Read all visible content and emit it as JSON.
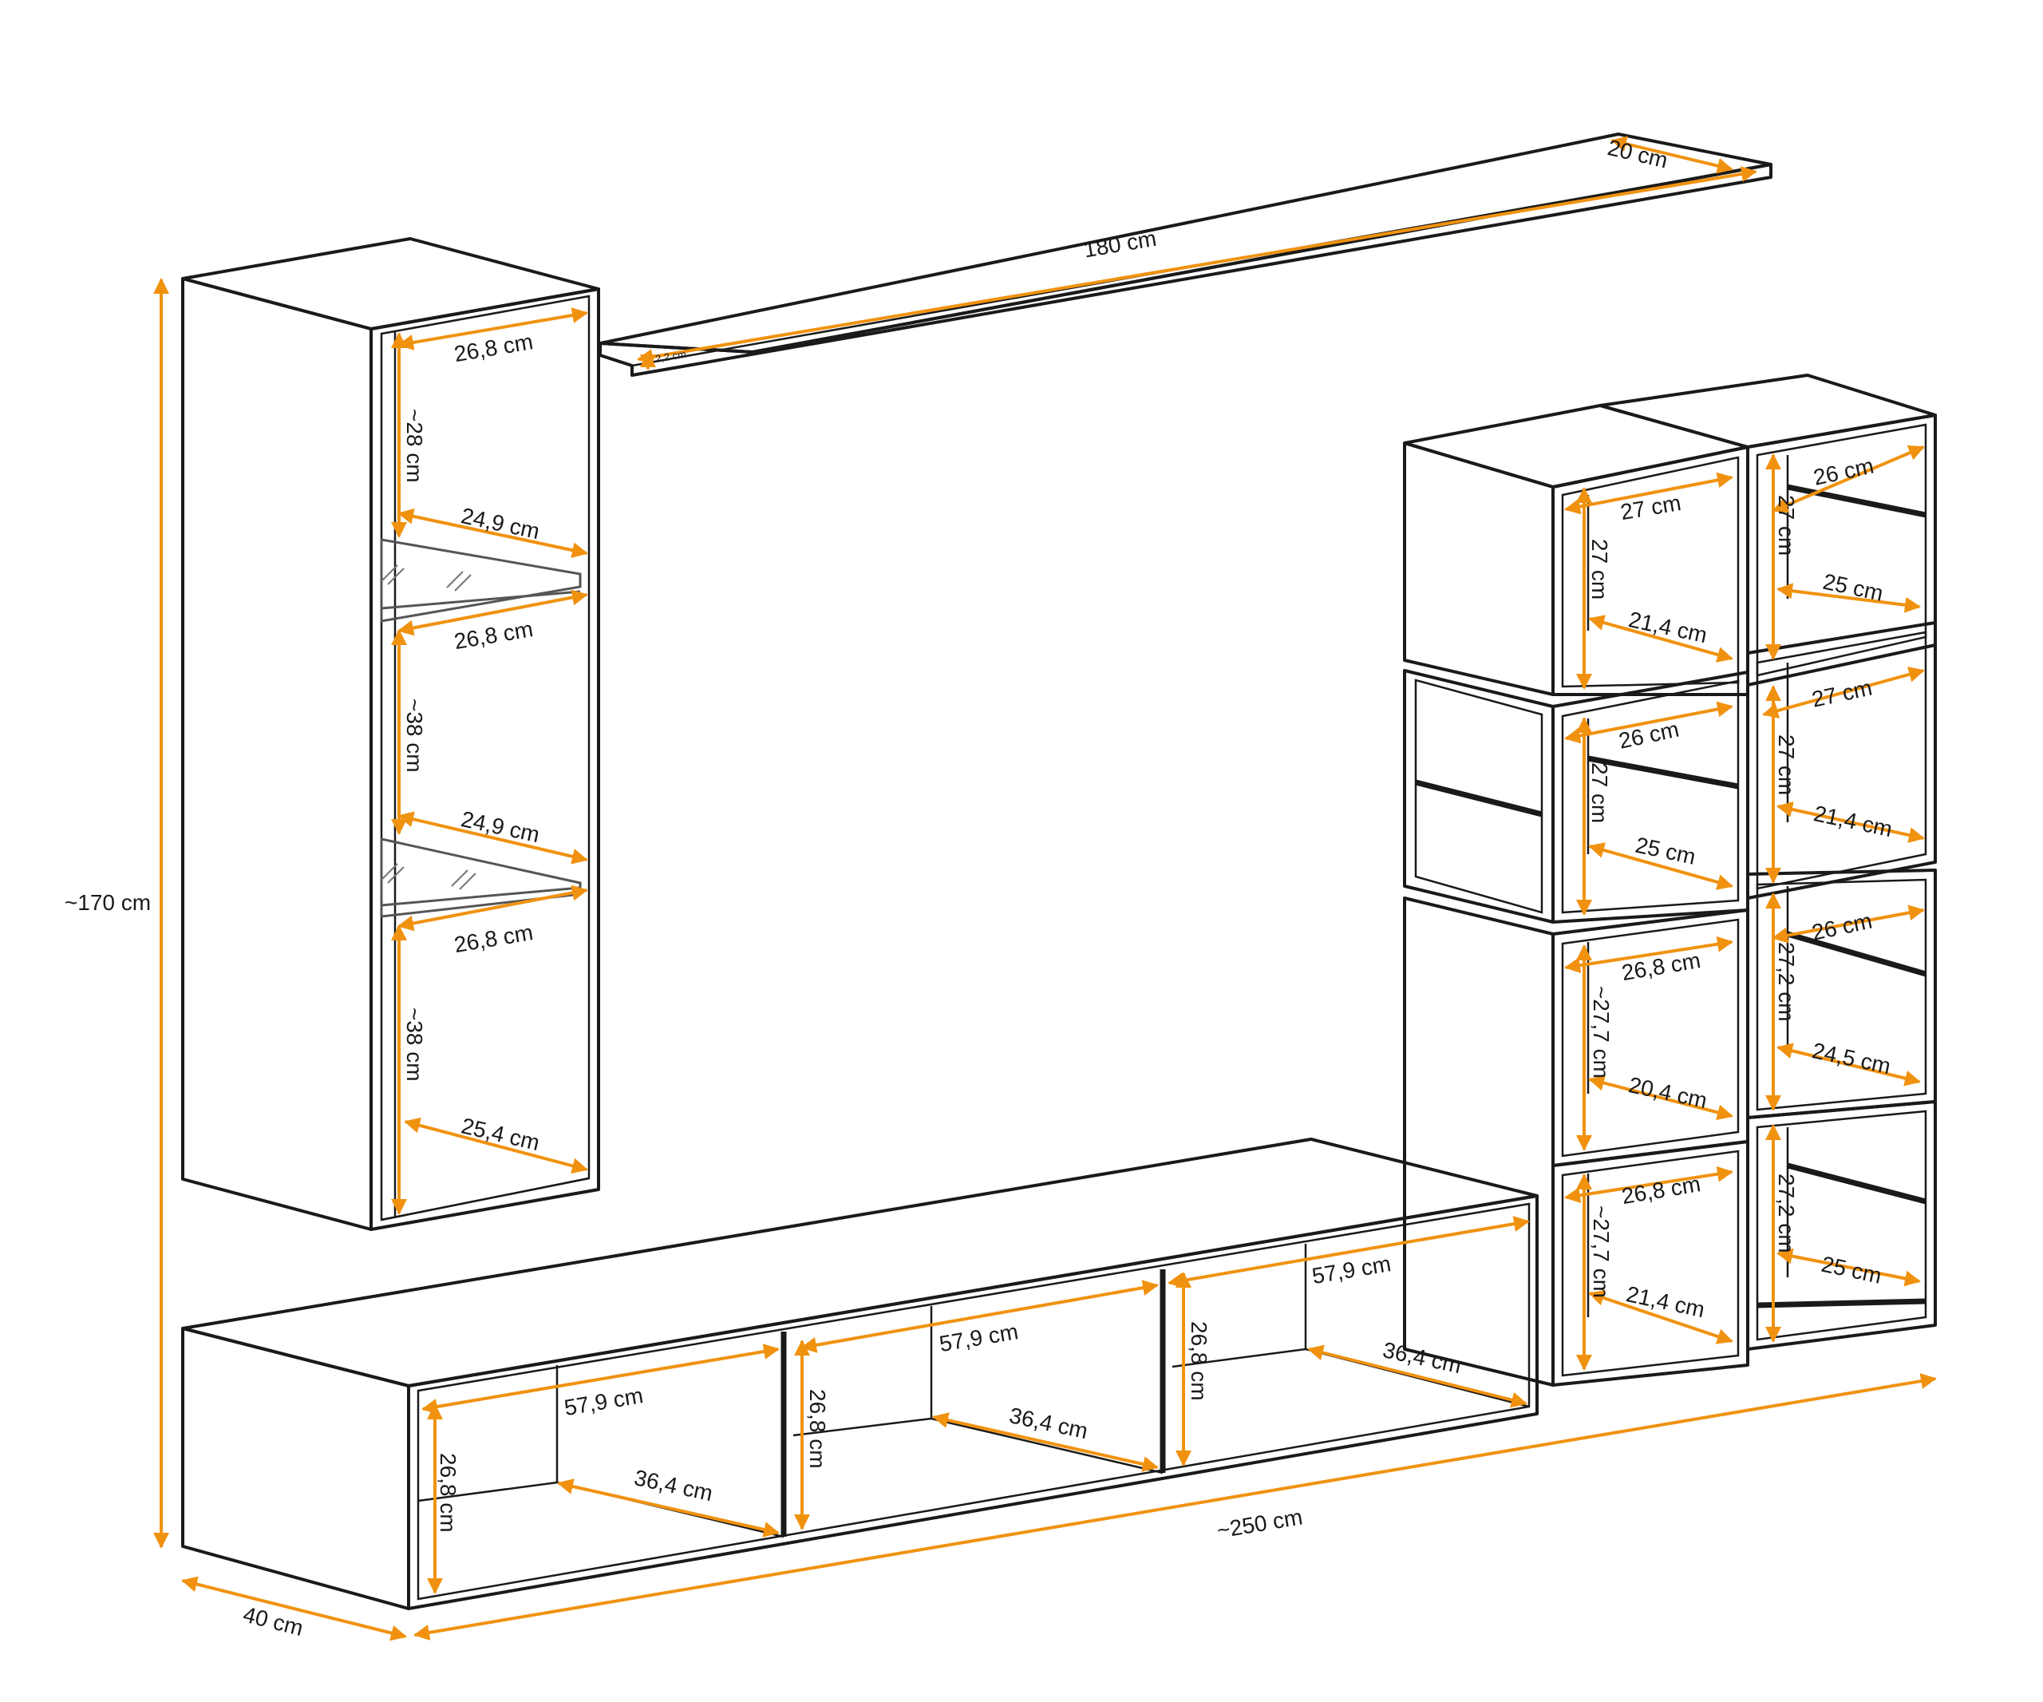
{
  "colors": {
    "dimension_line": "#f0920f",
    "outline": "#1a1a1a",
    "background": "#ffffff"
  },
  "shelf": {
    "length": "180 cm",
    "depth": "20 cm",
    "thickness": "2,2 cm"
  },
  "tall_cabinet": {
    "width_top": "26,8 cm",
    "height_top": "~28 cm",
    "glass_shelf_1": "24,9 cm",
    "width_mid_1": "26,8 cm",
    "height_mid": "~38 cm",
    "glass_shelf_2": "24,9 cm",
    "width_mid_2": "26,8 cm",
    "height_bottom": "~38 cm",
    "depth_bottom": "25,4 cm"
  },
  "overall": {
    "height": "~170 cm",
    "width": "~250 cm",
    "depth": "40 cm"
  },
  "tv_unit": {
    "left": {
      "width": "57,9 cm",
      "depth": "36,4 cm",
      "height": "26,8 cm"
    },
    "middle": {
      "width": "57,9 cm",
      "depth": "36,4 cm",
      "height": "26,8 cm"
    },
    "right": {
      "width": "57,9 cm",
      "depth": "36,4 cm",
      "height": "26,8 cm"
    }
  },
  "cubes": {
    "c1": {
      "width": "27 cm",
      "height": "27 cm",
      "depth": "21,4 cm"
    },
    "c2": {
      "width": "26 cm",
      "height": "27 cm",
      "depth": "25 cm"
    },
    "c3": {
      "width": "26 cm",
      "height": "27 cm",
      "depth": "25 cm"
    },
    "c4": {
      "width": "27 cm",
      "height": "27 cm",
      "depth": "21,4 cm"
    },
    "c5": {
      "width": "26,8 cm",
      "height": "~27,7 cm",
      "depth": "20,4 cm"
    },
    "c6": {
      "width": "26 cm",
      "height": "27,2 cm",
      "depth": "24,5 cm"
    },
    "c7": {
      "width": "26,8 cm",
      "height": "~27,7 cm",
      "depth": "21,4 cm"
    },
    "c8": {
      "width": "",
      "height": "27,2 cm",
      "depth": "25 cm"
    }
  }
}
